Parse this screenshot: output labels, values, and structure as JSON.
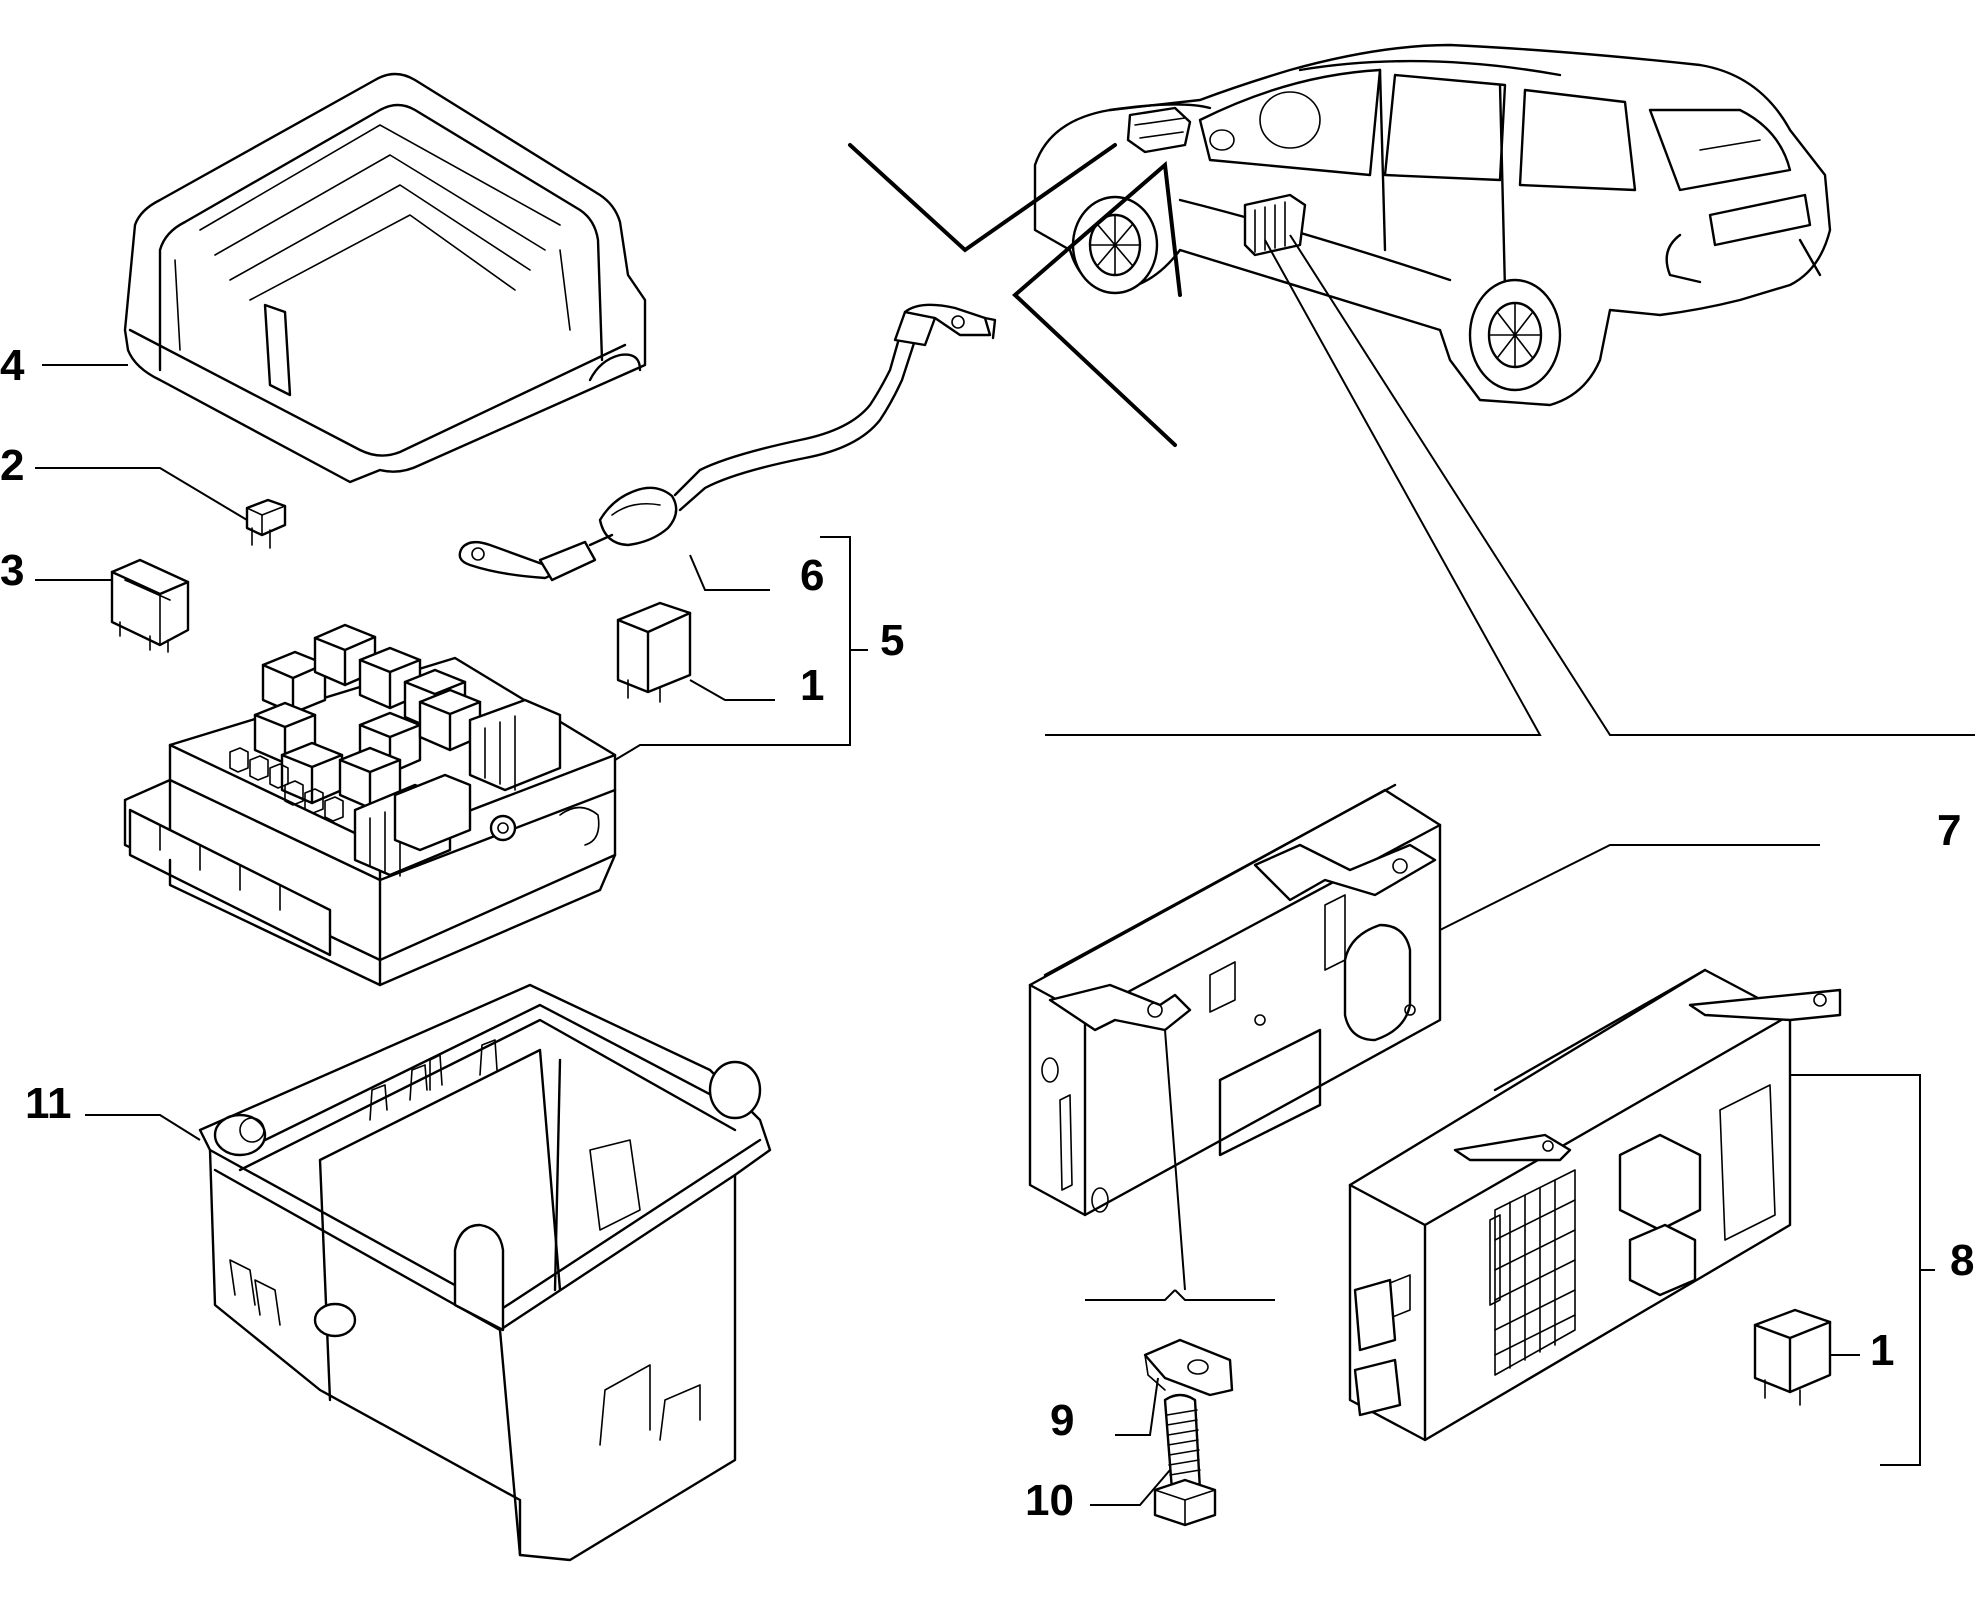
{
  "callouts": {
    "c4": "4",
    "c2": "2",
    "c3": "3",
    "c6": "6",
    "c5": "5",
    "c1a": "1",
    "c7": "7",
    "c11": "11",
    "c8": "8",
    "c1b": "1",
    "c9": "9",
    "c10": "10"
  }
}
